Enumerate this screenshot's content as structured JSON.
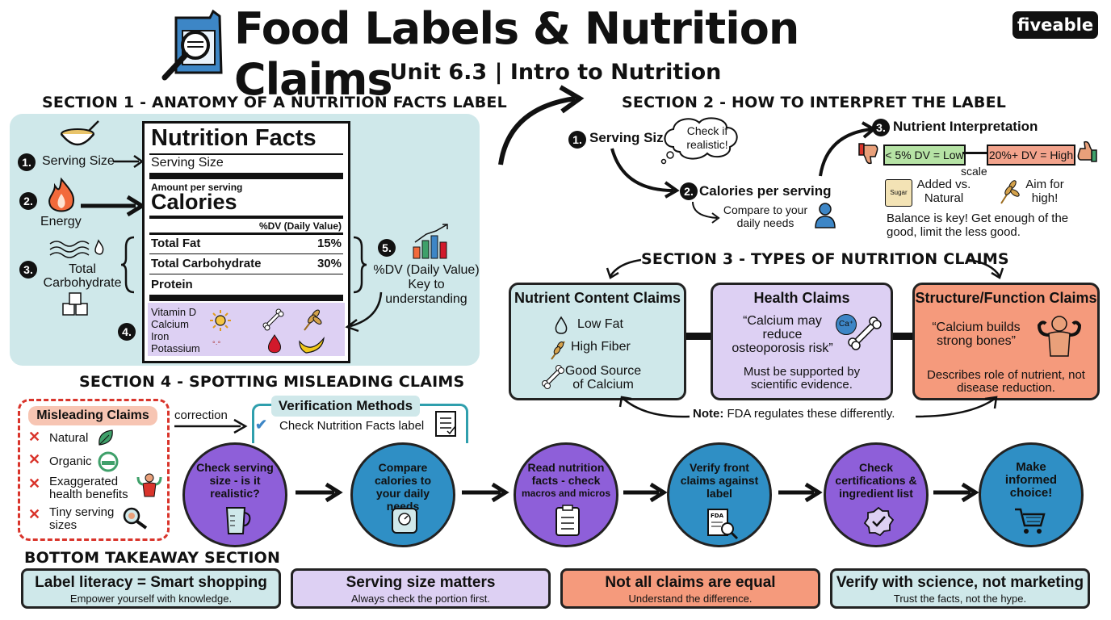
{
  "header": {
    "title": "Food Labels & Nutrition Claims",
    "subtitle": "Unit 6.3 | Intro to Nutrition",
    "logo": "fiveable"
  },
  "section1": {
    "heading": "SECTION 1 - ANATOMY OF A NUTRITION FACTS LABEL",
    "callouts": [
      {
        "num": "1.",
        "label": "Serving Size"
      },
      {
        "num": "2.",
        "label": "Energy"
      },
      {
        "num": "3.",
        "label": "Total Carbohydrate"
      },
      {
        "num": "4.",
        "label": ""
      },
      {
        "num": "5.",
        "label": "%DV (Daily Value) Key to understanding"
      }
    ],
    "label": {
      "title": "Nutrition Facts",
      "serving": "Serving Size",
      "amount": "Amount per serving",
      "calories": "Calories",
      "dv_header": "%DV (Daily Value)",
      "rows": [
        {
          "name": "Total Fat",
          "value": "15%"
        },
        {
          "name": "Total Carbohydrate",
          "value": "30%"
        },
        {
          "name": "Protein",
          "value": ""
        }
      ],
      "micros": [
        "Vitamin D",
        "Calcium",
        "Iron",
        "Potassium"
      ]
    }
  },
  "section2": {
    "heading": "SECTION 2 - HOW TO INTERPRET THE LABEL",
    "step1": "Serving Size",
    "bubble": "Check if realistic!",
    "step2": "Calories per serving",
    "compare": "Compare to your daily needs",
    "step3": "Nutrient Interpretation",
    "low": "< 5% DV = Low",
    "high": "20%+ DV = High",
    "scale": "scale",
    "added": "Added vs. Natural",
    "sugar": "Sugar",
    "aim": "Aim for high!",
    "balance": "Balance is key! Get enough of the good, limit the less good."
  },
  "section3": {
    "heading": "SECTION 3 - TYPES OF NUTRITION CLAIMS",
    "nutrient": {
      "title": "Nutrient Content Claims",
      "items": [
        "Low Fat",
        "High Fiber",
        "Good Source of Calcium"
      ]
    },
    "health": {
      "title": "Health Claims",
      "quote": "“Calcium may reduce osteoporosis risk”",
      "ca": "Ca⁺",
      "note": "Must be supported by scientific evidence."
    },
    "structure": {
      "title": "Structure/Function Claims",
      "quote": "“Calcium builds strong bones”",
      "note": "Describes role of nutrient, not disease reduction."
    },
    "fda_bold": "Note:",
    "fda": "FDA regulates these differently."
  },
  "section4": {
    "heading": "SECTION 4 - SPOTTING MISLEADING CLAIMS",
    "misleading_title": "Misleading Claims",
    "misleading": [
      "Natural",
      "Organic",
      "Exaggerated health benefits",
      "Tiny serving sizes"
    ],
    "correction": "correction",
    "verify_title": "Verification Methods",
    "verify_item": "Check Nutrition Facts label",
    "steps": [
      {
        "title": "Check serving size - is it realistic?",
        "sub": ""
      },
      {
        "title": "Compare calories to your daily needs",
        "sub": ""
      },
      {
        "title": "Read nutrition facts - check",
        "sub": "macros and micros"
      },
      {
        "title": "Verify front claims against label",
        "sub": ""
      },
      {
        "title": "Check certifications & ingredient list",
        "sub": ""
      },
      {
        "title": "Make informed choice!",
        "sub": ""
      }
    ]
  },
  "takeaway": {
    "heading": "BOTTOM TAKEAWAY SECTION",
    "cards": [
      {
        "title": "Label literacy = Smart shopping",
        "sub": "Empower yourself with knowledge.",
        "color": "#cfe8ea"
      },
      {
        "title": "Serving size matters",
        "sub": "Always check the portion first.",
        "color": "#ddd0f3"
      },
      {
        "title": "Not all claims are equal",
        "sub": "Understand the difference.",
        "color": "#f59a7c"
      },
      {
        "title": "Verify with science, not marketing",
        "sub": "Trust the facts, not the hype.",
        "color": "#cfe8ea"
      }
    ]
  },
  "icons": [
    "magnifier-bag-icon",
    "bowl-icon",
    "flame-icon",
    "wave-icon",
    "cubes-icon",
    "chart-icon",
    "sun-icon",
    "bone-icon",
    "wheat-icon",
    "drop-icon",
    "banana-icon",
    "thumbs-down-icon",
    "thumbs-up-icon",
    "person-icon",
    "leaf-icon",
    "badge-icon",
    "muscle-icon",
    "magnifier-icon",
    "checklist-icon",
    "scale-icon",
    "clipboard-icon",
    "document-search-icon",
    "certificate-icon",
    "cart-icon",
    "x-icon",
    "check-icon"
  ],
  "colors": {
    "teal_panel": "#cfe8ea",
    "lavender": "#ddd0f3",
    "salmon": "#f59a7c",
    "purple_step": "#8e5fd9",
    "blue_step": "#2f8fc5",
    "red_x": "#d9342b"
  }
}
